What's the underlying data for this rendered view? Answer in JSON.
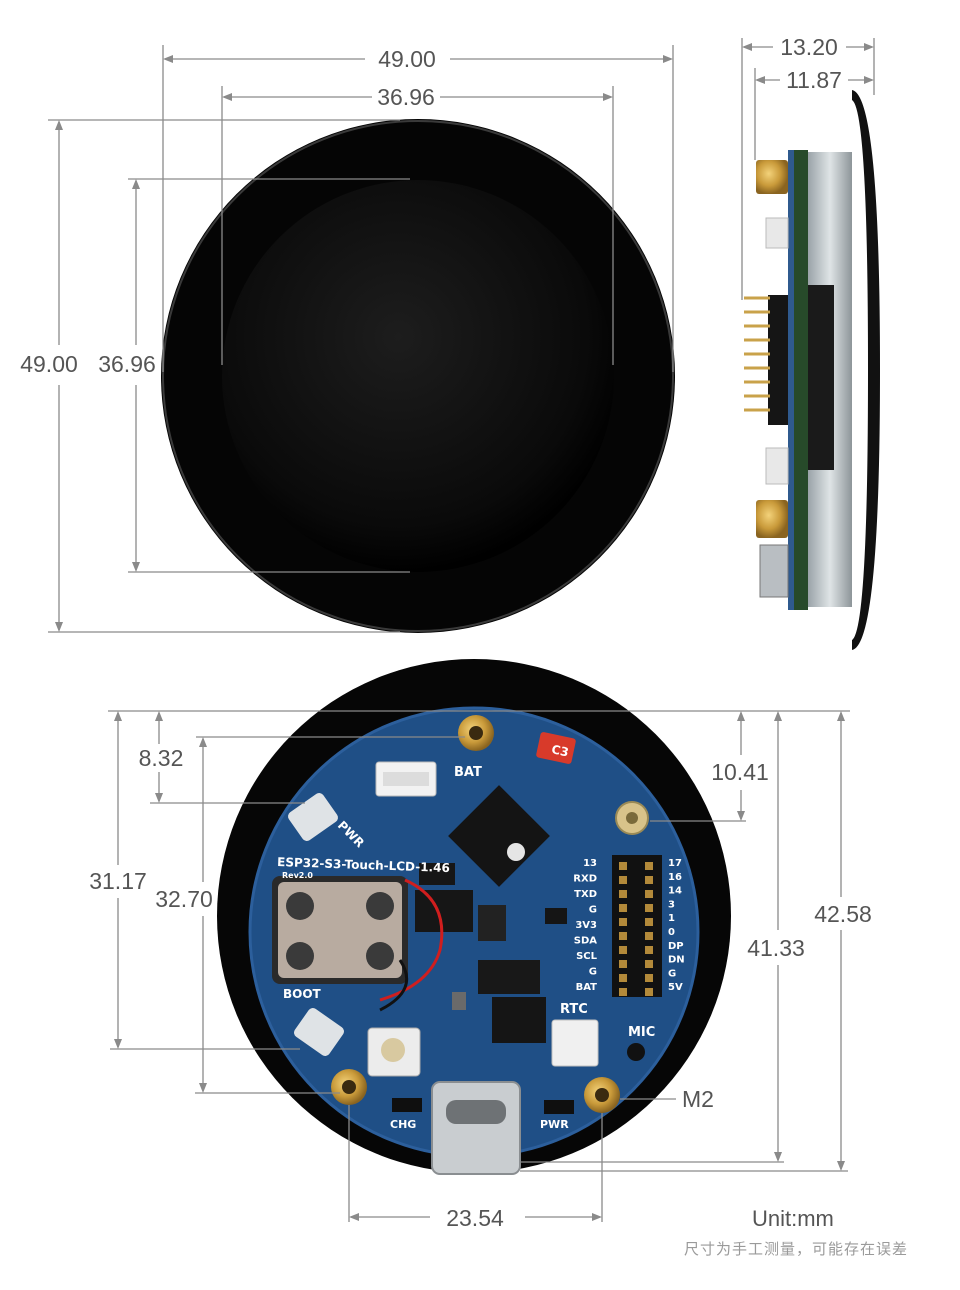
{
  "dimensions": {
    "front_outer_width": "49.00",
    "front_display_width": "36.96",
    "front_outer_height": "49.00",
    "front_display_height": "36.96",
    "side_total_depth": "13.20",
    "side_board_depth": "11.87",
    "back_bat_hole_offset": "8.32",
    "back_right_hole_offset": "10.41",
    "back_left_31": "31.17",
    "back_left_32": "32.70",
    "back_right_41": "41.33",
    "back_right_42": "42.58",
    "back_hole_spacing": "23.54"
  },
  "labels": {
    "m2_hole": "M2",
    "board_name": "ESP32-S3-Touch-LCD-1.46",
    "board_rev": "Rev2.0",
    "silk_bat": "BAT",
    "silk_pwr_btn": "PWR",
    "silk_boot": "BOOT",
    "silk_rtc": "RTC",
    "silk_mic": "MIC",
    "silk_chg": "CHG",
    "silk_pwr_led": "PWR",
    "chip_c3": "C3",
    "pin_labels_left": [
      "13",
      "RXD",
      "TXD",
      "G",
      "3V3",
      "SDA",
      "SCL",
      "G",
      "BAT"
    ],
    "pin_labels_right": [
      "17",
      "16",
      "14",
      "3",
      "1",
      "0",
      "DP",
      "DN",
      "G",
      "5V"
    ]
  },
  "footer": {
    "unit": "Unit:mm",
    "note": "尺寸为手工测量，可能存在误差"
  },
  "colors": {
    "pcb": "#1f4f86",
    "display_glass": "#0b0b0b",
    "dimension_line": "#7a7a7a",
    "brass": "#c99a3a"
  }
}
